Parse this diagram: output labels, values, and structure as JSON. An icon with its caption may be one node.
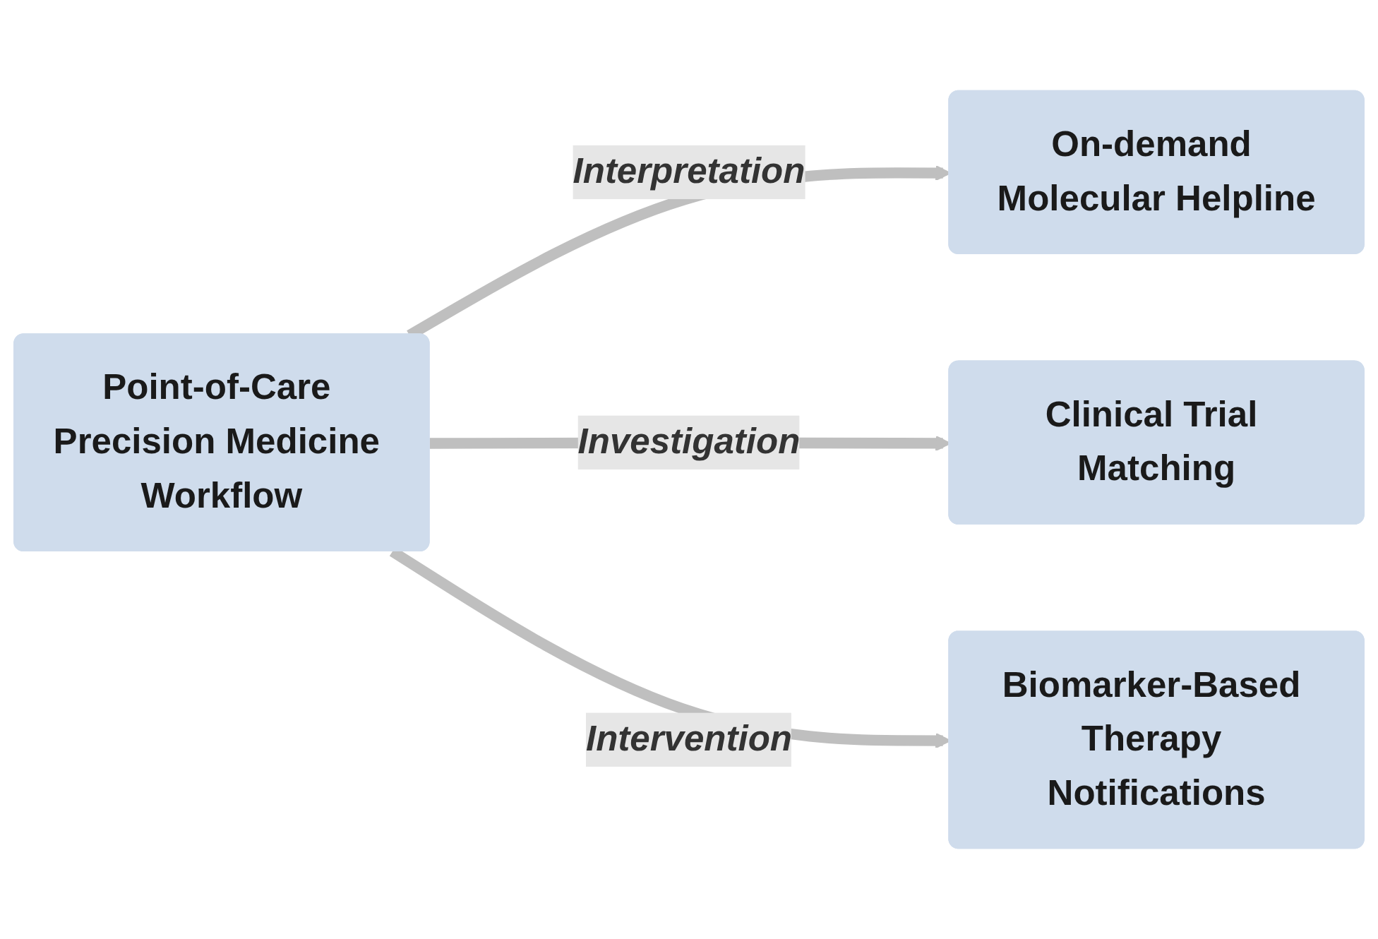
{
  "diagram": {
    "nodes": [
      {
        "text": [
          "Point-of-Care Precision Medicine Workflow"
        ]
      },
      {
        "text": [
          "On-demand Molecular Helpline"
        ]
      },
      {
        "text": [
          "Clinical Trial Matching"
        ]
      },
      {
        "text": [
          "Biomarker-Based Therapy Notifications"
        ]
      }
    ],
    "edges": [
      {
        "from": 0,
        "to": 1,
        "arrow": "to",
        "label": "Interpretation"
      },
      {
        "from": 0,
        "to": 2,
        "arrow": "to",
        "label": "Investigation"
      },
      {
        "from": 0,
        "to": 3,
        "arrow": "to",
        "label": "Intervention"
      }
    ]
  }
}
